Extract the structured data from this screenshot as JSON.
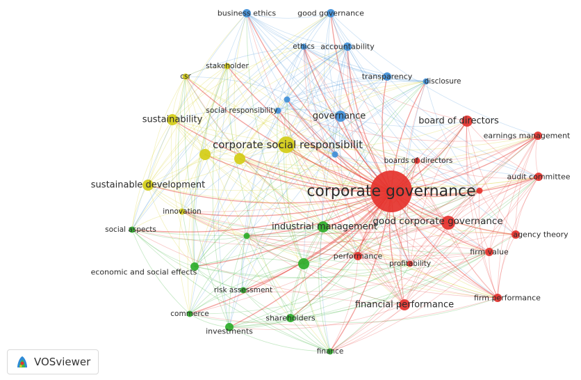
{
  "app": {
    "name": "VOSviewer"
  },
  "colors": {
    "red": "#e5322d",
    "green": "#2cae2a",
    "blue": "#3f8fd9",
    "yellow": "#d4cd16"
  },
  "nodes": [
    {
      "id": "business-ethics",
      "label": "business ethics",
      "cluster": "blue",
      "weight": 2
    },
    {
      "id": "good-governance",
      "label": "good governance",
      "cluster": "blue",
      "weight": 2
    },
    {
      "id": "ethics",
      "label": "ethics",
      "cluster": "blue",
      "weight": 1
    },
    {
      "id": "accountability",
      "label": "accountability",
      "cluster": "blue",
      "weight": 2
    },
    {
      "id": "transparency",
      "label": "transparency",
      "cluster": "blue",
      "weight": 2
    },
    {
      "id": "disclosure",
      "label": "disclosure",
      "cluster": "blue",
      "weight": 1
    },
    {
      "id": "governance",
      "label": "governance",
      "cluster": "blue",
      "weight": 3
    },
    {
      "id": "social-responsibility",
      "label": "social responsibility",
      "cluster": "blue",
      "weight": 1
    },
    {
      "id": "blue-unlabeled-1",
      "label": "",
      "cluster": "blue",
      "weight": 1
    },
    {
      "id": "blue-unlabeled-2",
      "label": "",
      "cluster": "blue",
      "weight": 1
    },
    {
      "id": "stakeholder",
      "label": "stakeholder",
      "cluster": "yellow",
      "weight": 1
    },
    {
      "id": "csr",
      "label": "csr",
      "cluster": "yellow",
      "weight": 1
    },
    {
      "id": "sustainability",
      "label": "sustainability",
      "cluster": "yellow",
      "weight": 3
    },
    {
      "id": "corporate-social-responsibility",
      "label": "corporate social responsibilit",
      "cluster": "yellow",
      "weight": 5
    },
    {
      "id": "sustainable-development",
      "label": "sustainable development",
      "cluster": "yellow",
      "weight": 3
    },
    {
      "id": "yellow-unlabeled-1",
      "label": "",
      "cluster": "yellow",
      "weight": 3
    },
    {
      "id": "yellow-unlabeled-2",
      "label": "",
      "cluster": "yellow",
      "weight": 3
    },
    {
      "id": "innovation",
      "label": "innovation",
      "cluster": "yellow",
      "weight": 1
    },
    {
      "id": "social-aspects",
      "label": "social aspects",
      "cluster": "green",
      "weight": 1
    },
    {
      "id": "industrial-management",
      "label": "industrial management",
      "cluster": "green",
      "weight": 3
    },
    {
      "id": "green-unlabeled-1",
      "label": "",
      "cluster": "green",
      "weight": 1
    },
    {
      "id": "green-unlabeled-2",
      "label": "",
      "cluster": "green",
      "weight": 3
    },
    {
      "id": "economic-and-social-effects",
      "label": "economic and social effects",
      "cluster": "green",
      "weight": 2
    },
    {
      "id": "risk-assessment",
      "label": "risk assessment",
      "cluster": "green",
      "weight": 1
    },
    {
      "id": "commerce",
      "label": "commerce",
      "cluster": "green",
      "weight": 1
    },
    {
      "id": "investments",
      "label": "investments",
      "cluster": "green",
      "weight": 2
    },
    {
      "id": "shareholders",
      "label": "shareholders",
      "cluster": "green",
      "weight": 2
    },
    {
      "id": "finance",
      "label": "finance",
      "cluster": "green",
      "weight": 1
    },
    {
      "id": "corporate-governance",
      "label": "corporate governance",
      "cluster": "red",
      "weight": 10
    },
    {
      "id": "board-of-directors",
      "label": "board of directors",
      "cluster": "red",
      "weight": 3
    },
    {
      "id": "boards-of-directors",
      "label": "boards of directors",
      "cluster": "red",
      "weight": 1
    },
    {
      "id": "earnings-management",
      "label": "earnings management",
      "cluster": "red",
      "weight": 2
    },
    {
      "id": "audit-committee",
      "label": "audit committee",
      "cluster": "red",
      "weight": 2
    },
    {
      "id": "red-unlabeled-1",
      "label": "",
      "cluster": "red",
      "weight": 1
    },
    {
      "id": "good-corporate-governance",
      "label": "good corporate governance",
      "cluster": "red",
      "weight": 4
    },
    {
      "id": "agency-theory",
      "label": "agency theory",
      "cluster": "red",
      "weight": 2
    },
    {
      "id": "firm-value",
      "label": "firm value",
      "cluster": "red",
      "weight": 2
    },
    {
      "id": "performance",
      "label": "performance",
      "cluster": "red",
      "weight": 2
    },
    {
      "id": "profitability",
      "label": "profitability",
      "cluster": "red",
      "weight": 1
    },
    {
      "id": "financial-performance",
      "label": "financial performance",
      "cluster": "red",
      "weight": 3
    },
    {
      "id": "firm-performance",
      "label": "firm performance",
      "cluster": "red",
      "weight": 2
    }
  ]
}
